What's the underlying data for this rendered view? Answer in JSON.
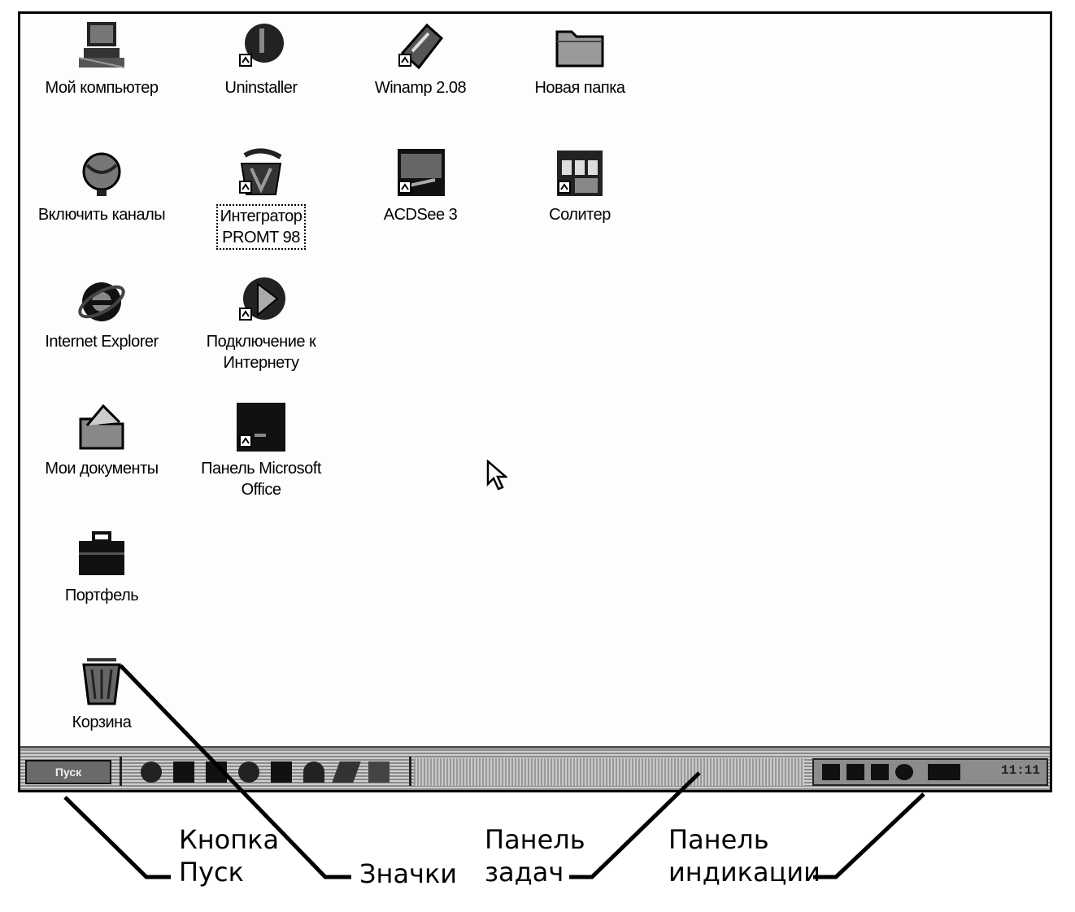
{
  "desktop": {
    "icons": [
      {
        "label": "Мой компьютер",
        "icon": "computer-icon"
      },
      {
        "label": "Uninstaller",
        "icon": "uninstaller-icon"
      },
      {
        "label": "Winamp 2.08",
        "icon": "winamp-icon"
      },
      {
        "label": "Новая папка",
        "icon": "folder-icon"
      },
      {
        "label": "Включить каналы",
        "icon": "channels-globe-icon"
      },
      {
        "label": "Интегратор\nPROMT 98",
        "icon": "promt-icon",
        "selected": true
      },
      {
        "label": "ACDSee 3",
        "icon": "acdsee-icon"
      },
      {
        "label": "Солитер",
        "icon": "solitaire-icon"
      },
      {
        "label": "Internet Explorer",
        "icon": "internet-explorer-icon"
      },
      {
        "label": "Подключение к\nИнтернету",
        "icon": "internet-connection-icon"
      },
      {
        "label": "Мои документы",
        "icon": "my-documents-icon"
      },
      {
        "label": "Панель Microsoft\nOffice",
        "icon": "office-panel-icon"
      },
      {
        "label": "Портфель",
        "icon": "briefcase-icon"
      },
      {
        "label": "Корзина",
        "icon": "recycle-bin-icon"
      }
    ]
  },
  "taskbar": {
    "start_label": "Пуск",
    "clock": "11:11",
    "quick_launch": [
      "desktop-icon",
      "ie-icon",
      "outlook-icon",
      "channels-icon",
      "explorer-icon",
      "help-icon",
      "edit-icon",
      "mail-icon"
    ],
    "tray": [
      "speaker-icon",
      "keyboard-icon",
      "monitor-icon",
      "network-icon",
      "language-icon"
    ]
  },
  "callouts": {
    "start_button": "Кнопка\nПуск",
    "icons": "Значки",
    "taskbar": "Панель\nзадач",
    "tray": "Панель\nиндикации"
  }
}
